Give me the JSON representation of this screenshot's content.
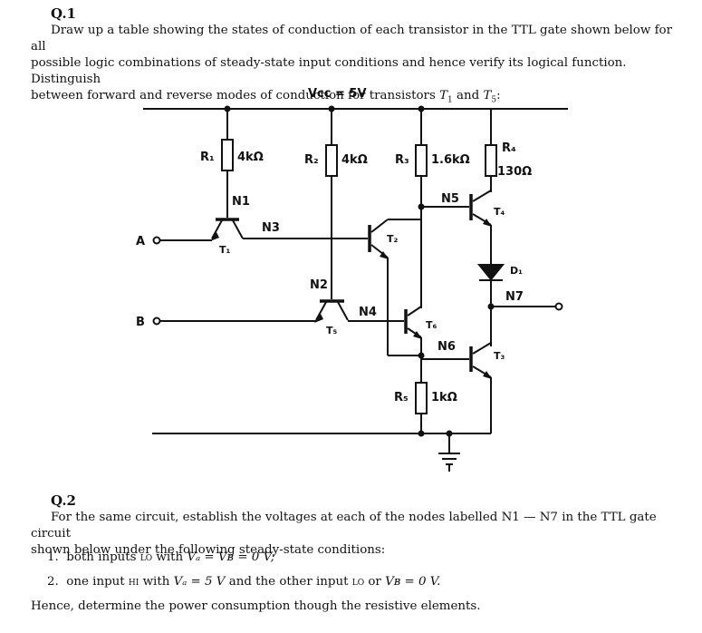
{
  "q1": {
    "title": "Q.1",
    "line1": "Draw up a table showing the states of conduction of each transistor in the TTL gate shown below for all",
    "line2": "possible logic combinations of steady-state input conditions and hence verify its logical function. Distinguish",
    "line3_prefix": "between forward and reverse modes of conduction for transistors ",
    "t1": "T",
    "t1_sub": "1",
    "and": " and ",
    "t5": "T",
    "t5_sub": "5",
    "line3_suffix": ":"
  },
  "circuit": {
    "vcc": "Vcc = 5V",
    "input_a": "A",
    "input_b": "B",
    "r1": "R₁",
    "r1_val": "4kΩ",
    "r2": "R₂",
    "r2_val": "4kΩ",
    "r3": "R₃",
    "r3_val": "1.6kΩ",
    "r4": "R₄",
    "r4_val": "130Ω",
    "r5": "R₅",
    "r5_val": "1kΩ",
    "t1": "T₁",
    "t2": "T₂",
    "t3": "T₃",
    "t4": "T₄",
    "t5": "T₅",
    "t6": "T₆",
    "d1": "D₁",
    "n1": "N1",
    "n2": "N2",
    "n3": "N3",
    "n4": "N4",
    "n5": "N5",
    "n6": "N6",
    "n7": "N7"
  },
  "q2": {
    "title": "Q.2",
    "line1": "For the same circuit, establish the voltages at each of the nodes labelled N1 — N7 in the TTL gate circuit",
    "line2": "shown below under the following steady-state conditions:",
    "item1_num": "1.",
    "item1_a": "both inputs ",
    "item1_lo": "lo",
    "item1_b": " with ",
    "item1_math": "Vₐ = Vʙ = 0 V;",
    "item2_num": "2.",
    "item2_a": "one input ",
    "item2_hi": "hi",
    "item2_b": " with ",
    "item2_math1": "Vₐ = 5 V",
    "item2_c": " and the other input ",
    "item2_lo": "lo",
    "item2_d": " or ",
    "item2_math2": "Vʙ = 0 V.",
    "conclusion": "Hence, determine the power consumption though the resistive elements."
  }
}
